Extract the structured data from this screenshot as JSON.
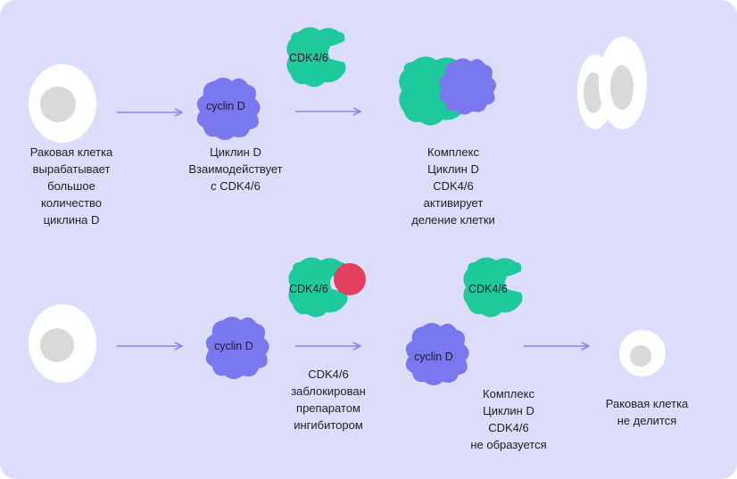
{
  "colors": {
    "background": "#dcdcfb",
    "cyclin": "#7a78ef",
    "cdk": "#1ec99c",
    "inhibitor": "#e23f5e",
    "arrow": "#8a86e6",
    "cell_shell": "#ffffff",
    "cell_nucleus": "#d9d9d9"
  },
  "top_row": {
    "blob_cyclin": "cyclin D",
    "blob_cdk": "CDK4/6",
    "step1": [
      "Раковая клетка",
      "вырабатывает",
      "большое",
      "количество",
      "циклина D"
    ],
    "step2": [
      "Циклин D",
      "Взаимодействует",
      "с CDK4/6"
    ],
    "step3": [
      "Комплекс",
      "Циклин D",
      "CDK4/6",
      "активирует",
      "деление клетки"
    ]
  },
  "bottom_row": {
    "blob_cyclin_1": "cyclin D",
    "blob_cdk_blocked": "CDK4/6",
    "blob_cdk_free": "CDK4/6",
    "blob_cyclin_2": "cyclin D",
    "step1": [
      "CDK4/6",
      "заблокирован",
      "препаратом",
      "ингибитором"
    ],
    "step2": [
      "Комплекс",
      "Циклин D",
      "CDK4/6",
      "не образуется"
    ],
    "step3": [
      "Раковая клетка",
      "не делится"
    ]
  }
}
